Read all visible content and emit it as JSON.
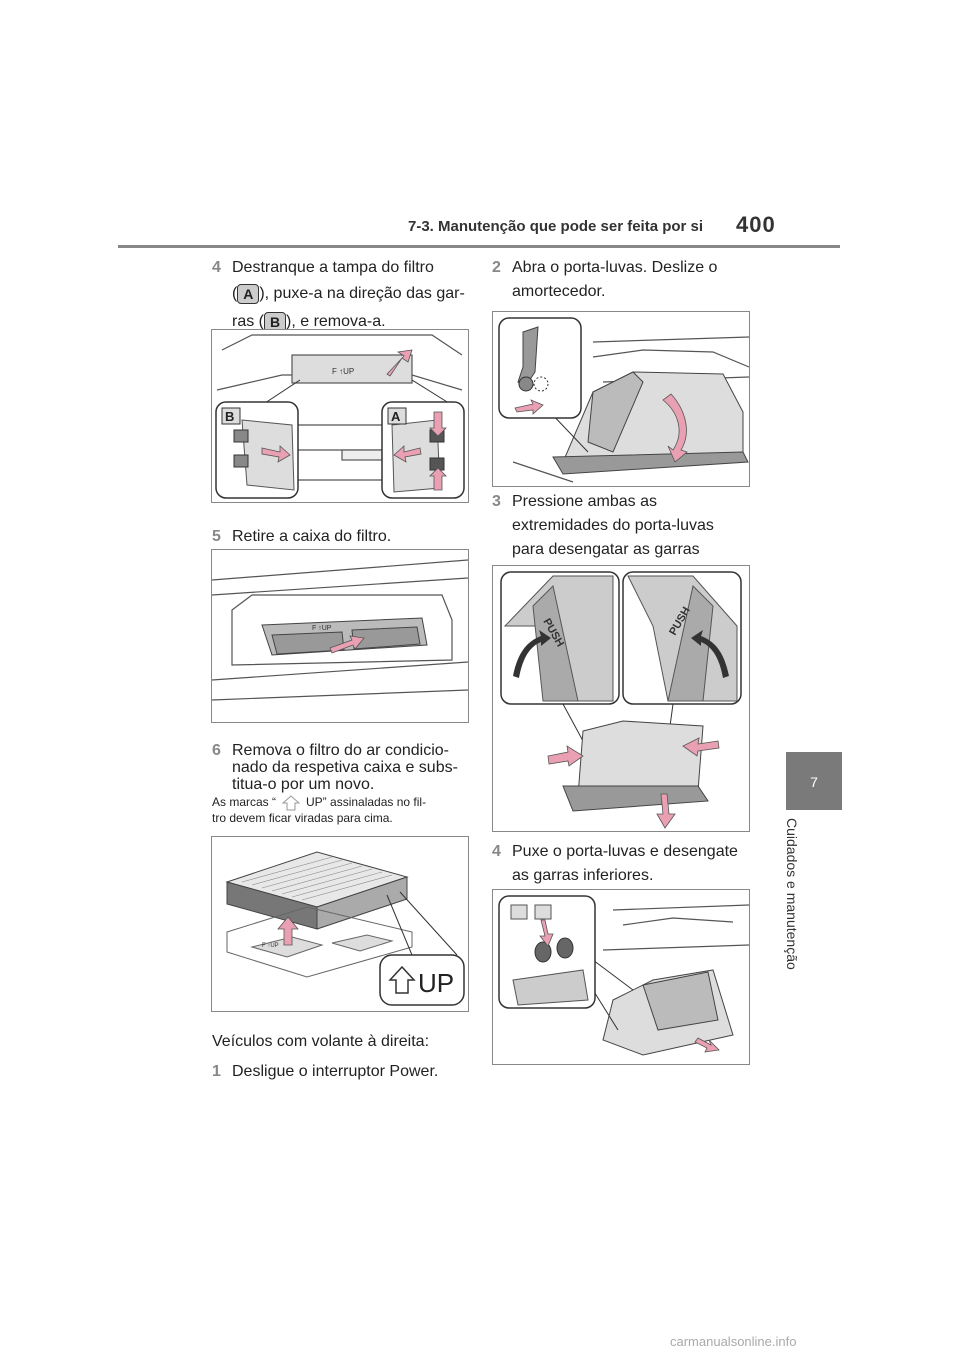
{
  "header": {
    "section_title": "7-3. Manutenção que pode ser feita por si",
    "page_number": "400"
  },
  "side_tab": {
    "number": "7",
    "chapter": "Cuidados e manutenção"
  },
  "left_column": {
    "step4": {
      "num": "4",
      "line1": "Destranque a tampa do filtro",
      "paren_open": "(",
      "badge_a": "A",
      "line2_rest": "), puxe-a na direção das gar-",
      "line3_pre": "ras (",
      "badge_b": "B",
      "line3_rest": "), e remova-a."
    },
    "fig1": {
      "label_b": "B",
      "label_a": "A",
      "filter_mark": "F ↑UP"
    },
    "step5": {
      "num": "5",
      "text": "Retire a caixa do filtro."
    },
    "fig2": {
      "filter_mark": "F ↑UP"
    },
    "step6": {
      "num": "6",
      "line1": "Remova o filtro do ar condicio-",
      "line2": "nado da respetiva caixa e subs-",
      "line3": "titua-o por um novo."
    },
    "note": {
      "line1_pre": "As marcas “",
      "line1_post": "UP” assinaladas no fil-",
      "line2": "tro devem ficar viradas para cima."
    },
    "fig3": {
      "up_label": "UP",
      "small_mark": "F ↑UP"
    },
    "rhd": "Veículos com volante à direita:",
    "step1": {
      "num": "1",
      "text": "Desligue o interruptor Power."
    }
  },
  "right_column": {
    "step2": {
      "num": "2",
      "line1": "Abra o porta-luvas. Deslize o",
      "line2": "amortecedor."
    },
    "step3": {
      "num": "3",
      "line1": "Pressione ambas as",
      "line2": "extremidades do porta-luvas",
      "line3": "para desengatar as garras"
    },
    "fig5": {
      "push1": "PUSH",
      "push2": "PUSH"
    },
    "step4": {
      "num": "4",
      "line1": "Puxe o porta-luvas e desengate",
      "line2": "as garras inferiores."
    }
  },
  "footer": "carmanualsonline.info",
  "colors": {
    "accent_arrow": "#e9a0b3",
    "rule": "#888888",
    "tab": "#7a7a7a"
  }
}
